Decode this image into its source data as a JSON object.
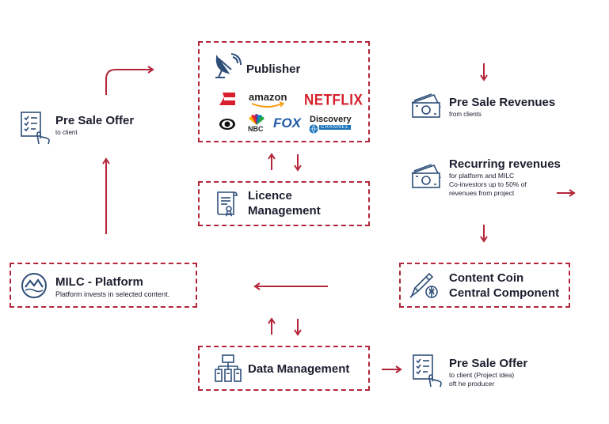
{
  "colors": {
    "accent": "#b3263a",
    "icon": "#2f4f7a",
    "text": "#1b1e2e"
  },
  "publisher": {
    "title": "Publisher",
    "logos": {
      "amazon": "amazon",
      "netflix": "NETFLIX",
      "nbc": "NBC",
      "fox": "FOX",
      "discovery": "Discovery",
      "discovery_sub": "CHANNEL"
    }
  },
  "licence": {
    "title_line1": "Licence",
    "title_line2": "Management"
  },
  "milc": {
    "title": "MILC - Platform",
    "sub": "Platform invests in selected content."
  },
  "data_mgmt": {
    "title": "Data Management"
  },
  "content_coin": {
    "title_line1": "Content Coin",
    "title_line2": "Central Component"
  },
  "pre_sale_offer_top": {
    "title": "Pre Sale Offer",
    "sub": "to client"
  },
  "pre_sale_revenues": {
    "title": "Pre Sale Revenues",
    "sub": "from clients"
  },
  "recurring": {
    "title": "Recurring revenues",
    "sub_line1": "for platform and MILC",
    "sub_line2": "Co-investors up to 50% of",
    "sub_line3": "revenues from project"
  },
  "pre_sale_offer_bottom": {
    "title": "Pre Sale Offer",
    "sub_line1": "to client (Project idea)",
    "sub_line2": "oft he producer"
  }
}
